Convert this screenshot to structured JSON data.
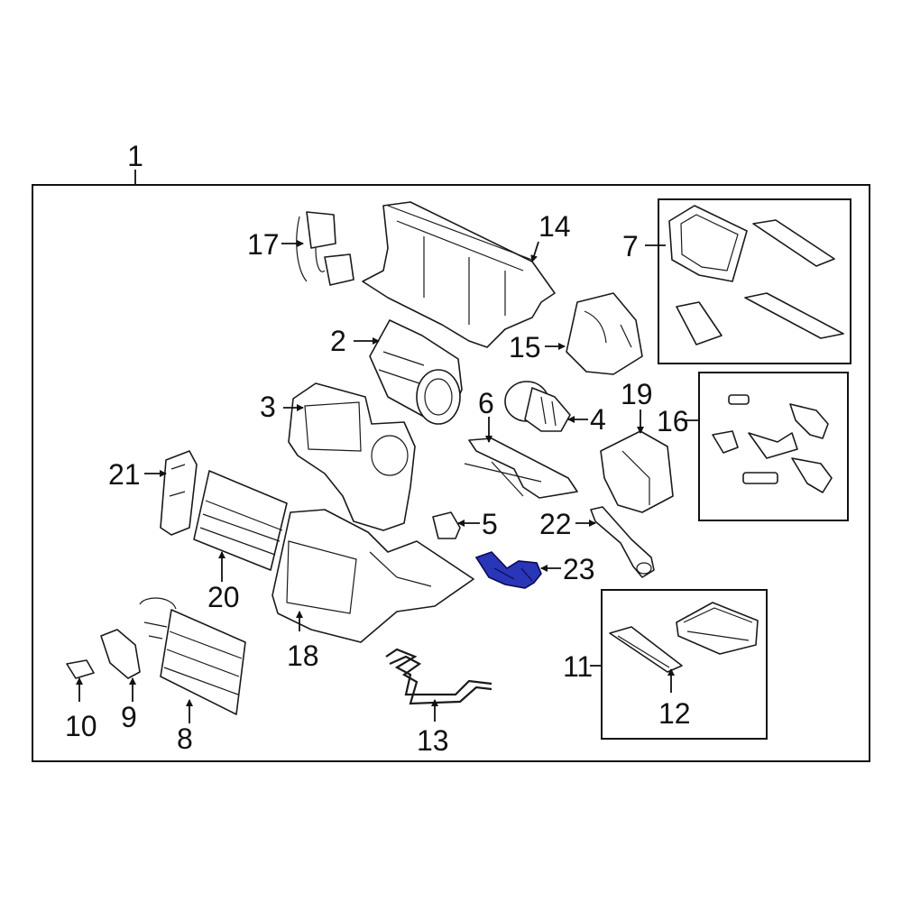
{
  "highlight_color": "#2a36b8",
  "highlighted_part": "23",
  "callouts": {
    "n1": "1",
    "n2": "2",
    "n3": "3",
    "n4": "4",
    "n5": "5",
    "n6": "6",
    "n7": "7",
    "n8": "8",
    "n9": "9",
    "n10": "10",
    "n11": "11",
    "n12": "12",
    "n13": "13",
    "n14": "14",
    "n15": "15",
    "n16": "16",
    "n17": "17",
    "n18": "18",
    "n19": "19",
    "n20": "20",
    "n21": "21",
    "n22": "22",
    "n23": "23"
  }
}
